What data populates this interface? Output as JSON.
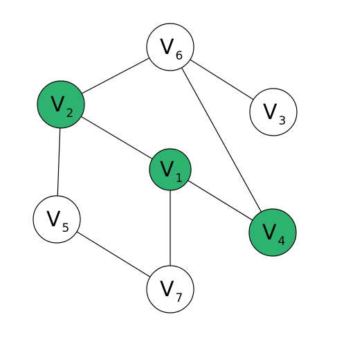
{
  "colors": {
    "default_fill": "#ffffff",
    "highlight_fill": "#2db36f",
    "selected_ring": "#e8202a",
    "stroke": "#000000"
  },
  "nodes": [
    {
      "id": "V1",
      "letter": "V",
      "index": "1",
      "state": "selected"
    },
    {
      "id": "V2",
      "letter": "V",
      "index": "2",
      "state": "highlighted"
    },
    {
      "id": "V3",
      "letter": "V",
      "index": "3",
      "state": "default"
    },
    {
      "id": "V4",
      "letter": "V",
      "index": "4",
      "state": "highlighted"
    },
    {
      "id": "V5",
      "letter": "V",
      "index": "5",
      "state": "default"
    },
    {
      "id": "V6",
      "letter": "V",
      "index": "6",
      "state": "default"
    },
    {
      "id": "V7",
      "letter": "V",
      "index": "7",
      "state": "default"
    }
  ],
  "edges": [
    [
      "V6",
      "V2"
    ],
    [
      "V6",
      "V3"
    ],
    [
      "V6",
      "V4"
    ],
    [
      "V2",
      "V1"
    ],
    [
      "V2",
      "V5"
    ],
    [
      "V1",
      "V4"
    ],
    [
      "V1",
      "V7"
    ],
    [
      "V5",
      "V7"
    ]
  ]
}
